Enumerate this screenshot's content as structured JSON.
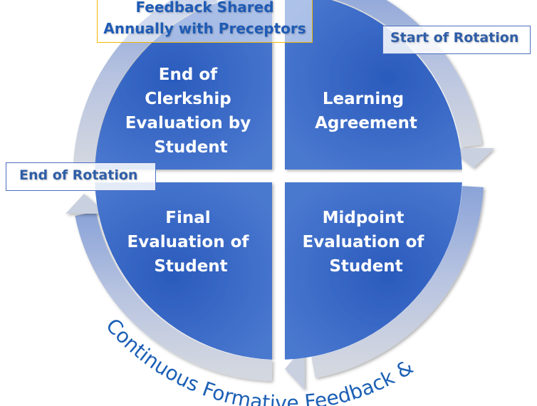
{
  "quadrants": {
    "top_left": [
      "End of",
      "Clerkship",
      "Evaluation by",
      "Student"
    ],
    "top_right": [
      "Learning",
      "Agreement"
    ],
    "bottom_left": [
      "Final",
      "Evaluation of",
      "Student"
    ],
    "bottom_right": [
      "Midpoint",
      "Evaluation of",
      "Student"
    ]
  },
  "labels": {
    "start_of_rotation": "Start of Rotation",
    "end_of_rotation": "End of Rotation",
    "feedback_line1": "Feedback Shared",
    "feedback_line2": "Annually with Preceptors"
  },
  "circular_caption": "Continuous Formative Feedback &",
  "colors": {
    "quadrant": "#3a68c4",
    "ring": "#c5cde0",
    "text_blue": "#1b5fb5",
    "feedback_border": "#f2b705"
  }
}
